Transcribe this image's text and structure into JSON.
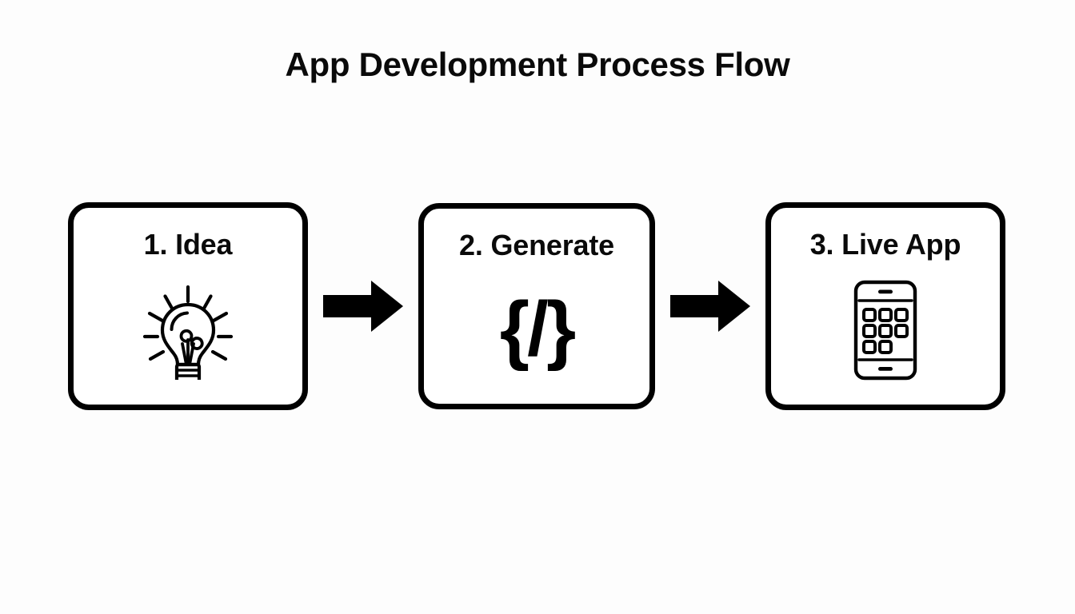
{
  "diagram": {
    "title": "App Development Process Flow",
    "type": "process-flow",
    "orientation": "horizontal",
    "background_color": "#fdfdfd",
    "stroke_color": "#000000",
    "steps": [
      {
        "label": "1. Idea",
        "number": "1",
        "name": "Idea",
        "icon": "lightbulb-icon"
      },
      {
        "label": "2. Generate",
        "number": "2",
        "name": "Generate",
        "icon": "code-brackets-icon",
        "icon_text": "{/}"
      },
      {
        "label": "3. Live App",
        "number": "3",
        "name": "Live App",
        "icon": "smartphone-app-grid-icon"
      }
    ],
    "connectors": [
      {
        "icon": "arrow-right-icon",
        "from": "1. Idea",
        "to": "2. Generate"
      },
      {
        "icon": "arrow-right-icon",
        "from": "2. Generate",
        "to": "3. Live App"
      }
    ]
  }
}
